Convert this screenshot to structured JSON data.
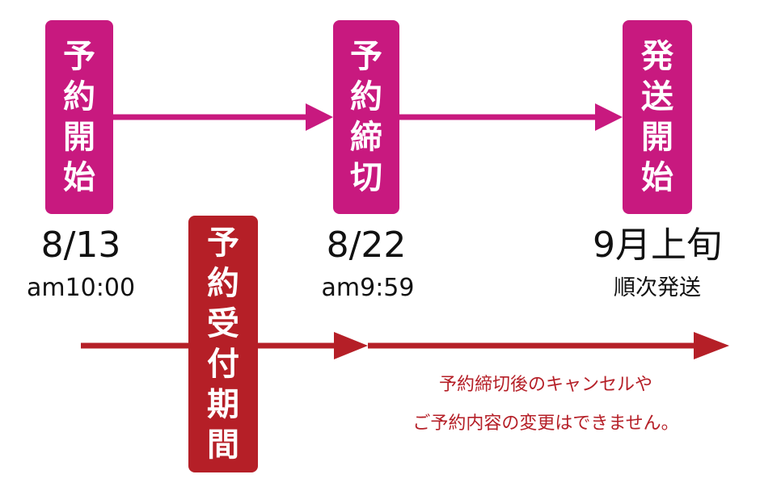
{
  "colors": {
    "magenta": "#c8197f",
    "crimson": "#b51f27",
    "text": "#111111"
  },
  "milestones": [
    {
      "label": "予約開始",
      "date": "8/13",
      "time": "am10:00"
    },
    {
      "label": "予約締切",
      "date": "8/22",
      "time": "am9:59"
    },
    {
      "label": "発送開始",
      "date": "9月上旬",
      "time": "順次発送"
    }
  ],
  "period_label": "予約受付期間",
  "note_lines": [
    "予約締切後のキャンセルや",
    "ご予約内容の変更はできません。"
  ]
}
